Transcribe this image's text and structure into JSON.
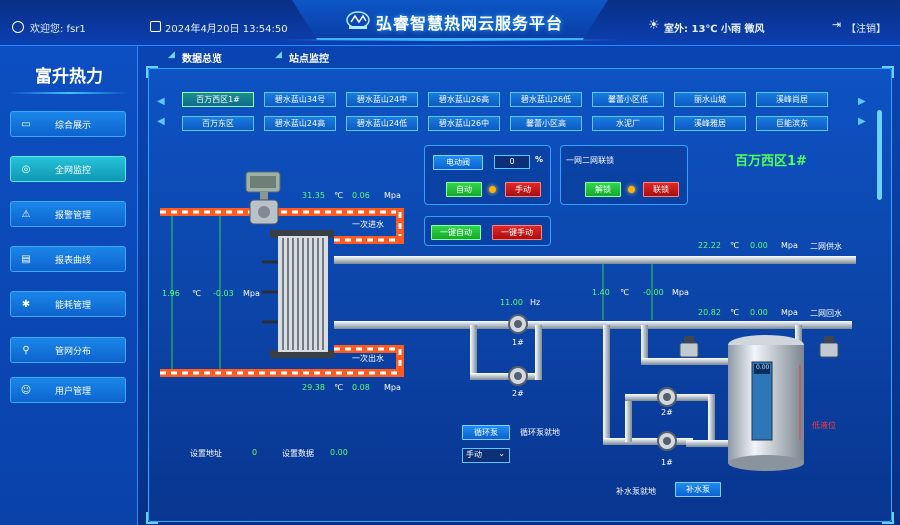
{
  "header": {
    "title": "弘睿智慧热网云服务平台",
    "welcome": "欢迎您: fsr1",
    "datetime": "2024年4月20日 13:54:50",
    "weather": "室外: 13℃ 小雨 微风",
    "logout": "【注销】"
  },
  "sidebar": {
    "brand": "富升热力",
    "items": [
      {
        "label": "综合展示",
        "icon": "monitor-icon"
      },
      {
        "label": "全网监控",
        "icon": "radar-icon",
        "active": true
      },
      {
        "label": "报警管理",
        "icon": "alarm-icon"
      },
      {
        "label": "报表曲线",
        "icon": "report-icon"
      },
      {
        "label": "能耗管理",
        "icon": "energy-icon"
      },
      {
        "label": "管网分布",
        "icon": "location-icon"
      },
      {
        "label": "用户管理",
        "icon": "user-icon"
      }
    ]
  },
  "tabs": [
    "数据总览",
    "站点监控"
  ],
  "stations": {
    "row1": [
      "百万西区1#",
      "碧水蓝山34号",
      "碧水蓝山24中",
      "碧水蓝山26高",
      "碧水蓝山26低",
      "馨蕾小区低",
      "丽水山城",
      "溪峰尚居"
    ],
    "row2": [
      "百万东区",
      "碧水蓝山24高",
      "碧水蓝山24低",
      "碧水蓝山26中",
      "馨蕾小区高",
      "水泥厂",
      "溪峰雅居",
      "巨能滨东"
    ]
  },
  "controls": {
    "valve_label": "电动阀",
    "valve_value": "0",
    "valve_unit": "%",
    "auto": "自动",
    "manual": "手动",
    "onekey_auto": "一键自动",
    "onekey_manual": "一键手动",
    "link_title": "一网二网联锁",
    "unlock": "解锁",
    "link": "联锁"
  },
  "station_name": "百万西区1#",
  "readings": {
    "primary_in_temp": "31.35",
    "primary_in_press": "0.06",
    "primary_out_temp": "29.38",
    "primary_out_press": "0.08",
    "primary_left_temp": "1.96",
    "primary_left_press": "-0.03",
    "secondary_supply_temp": "22.22",
    "secondary_supply_press": "0.00",
    "secondary_return_temp": "20.82",
    "secondary_return_press": "0.00",
    "secondary_mid_temp": "1.40",
    "secondary_mid_press": "-0.00",
    "pump_freq": "11.00",
    "tank_level": "0.00"
  },
  "units": {
    "temp": "℃",
    "press": "Mpa",
    "freq": "Hz"
  },
  "labels": {
    "primary_in": "一次进水",
    "primary_out": "一次出水",
    "secondary_supply": "二网供水",
    "secondary_return": "二网回水",
    "pump1": "1#",
    "pump2": "2#",
    "makeup_pump1": "1#",
    "makeup_pump2": "2#",
    "circ_pump_btn": "循环泵",
    "circ_pump_status": "循环泵就地",
    "makeup_pump_status": "补水泵就地",
    "makeup_pump_btn": "补水泵",
    "set_address": "设置地址",
    "set_address_value": "0",
    "set_data": "设置数据",
    "set_data_value": "0.00",
    "mode_select": "手动",
    "tank_alarm": "低液位"
  },
  "colors": {
    "accent": "#1e8cff",
    "green": "#5aff75",
    "red": "#e02828",
    "pipe_orange": "#ff6a2a",
    "pipe_gray": "#c9d2dc"
  }
}
